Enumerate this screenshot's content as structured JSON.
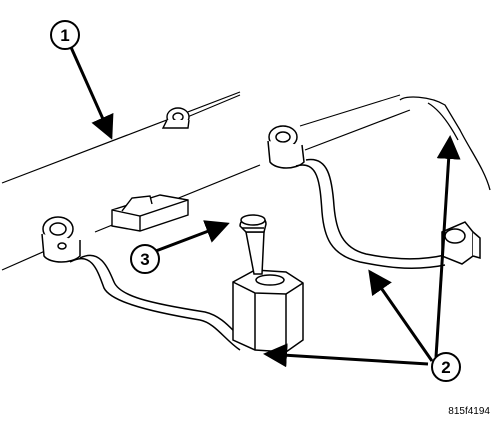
{
  "diagram": {
    "callouts": [
      {
        "id": "callout-1",
        "label": "1"
      },
      {
        "id": "callout-2",
        "label": "2"
      },
      {
        "id": "callout-3",
        "label": "3"
      }
    ],
    "figure_code": "815f4194"
  }
}
